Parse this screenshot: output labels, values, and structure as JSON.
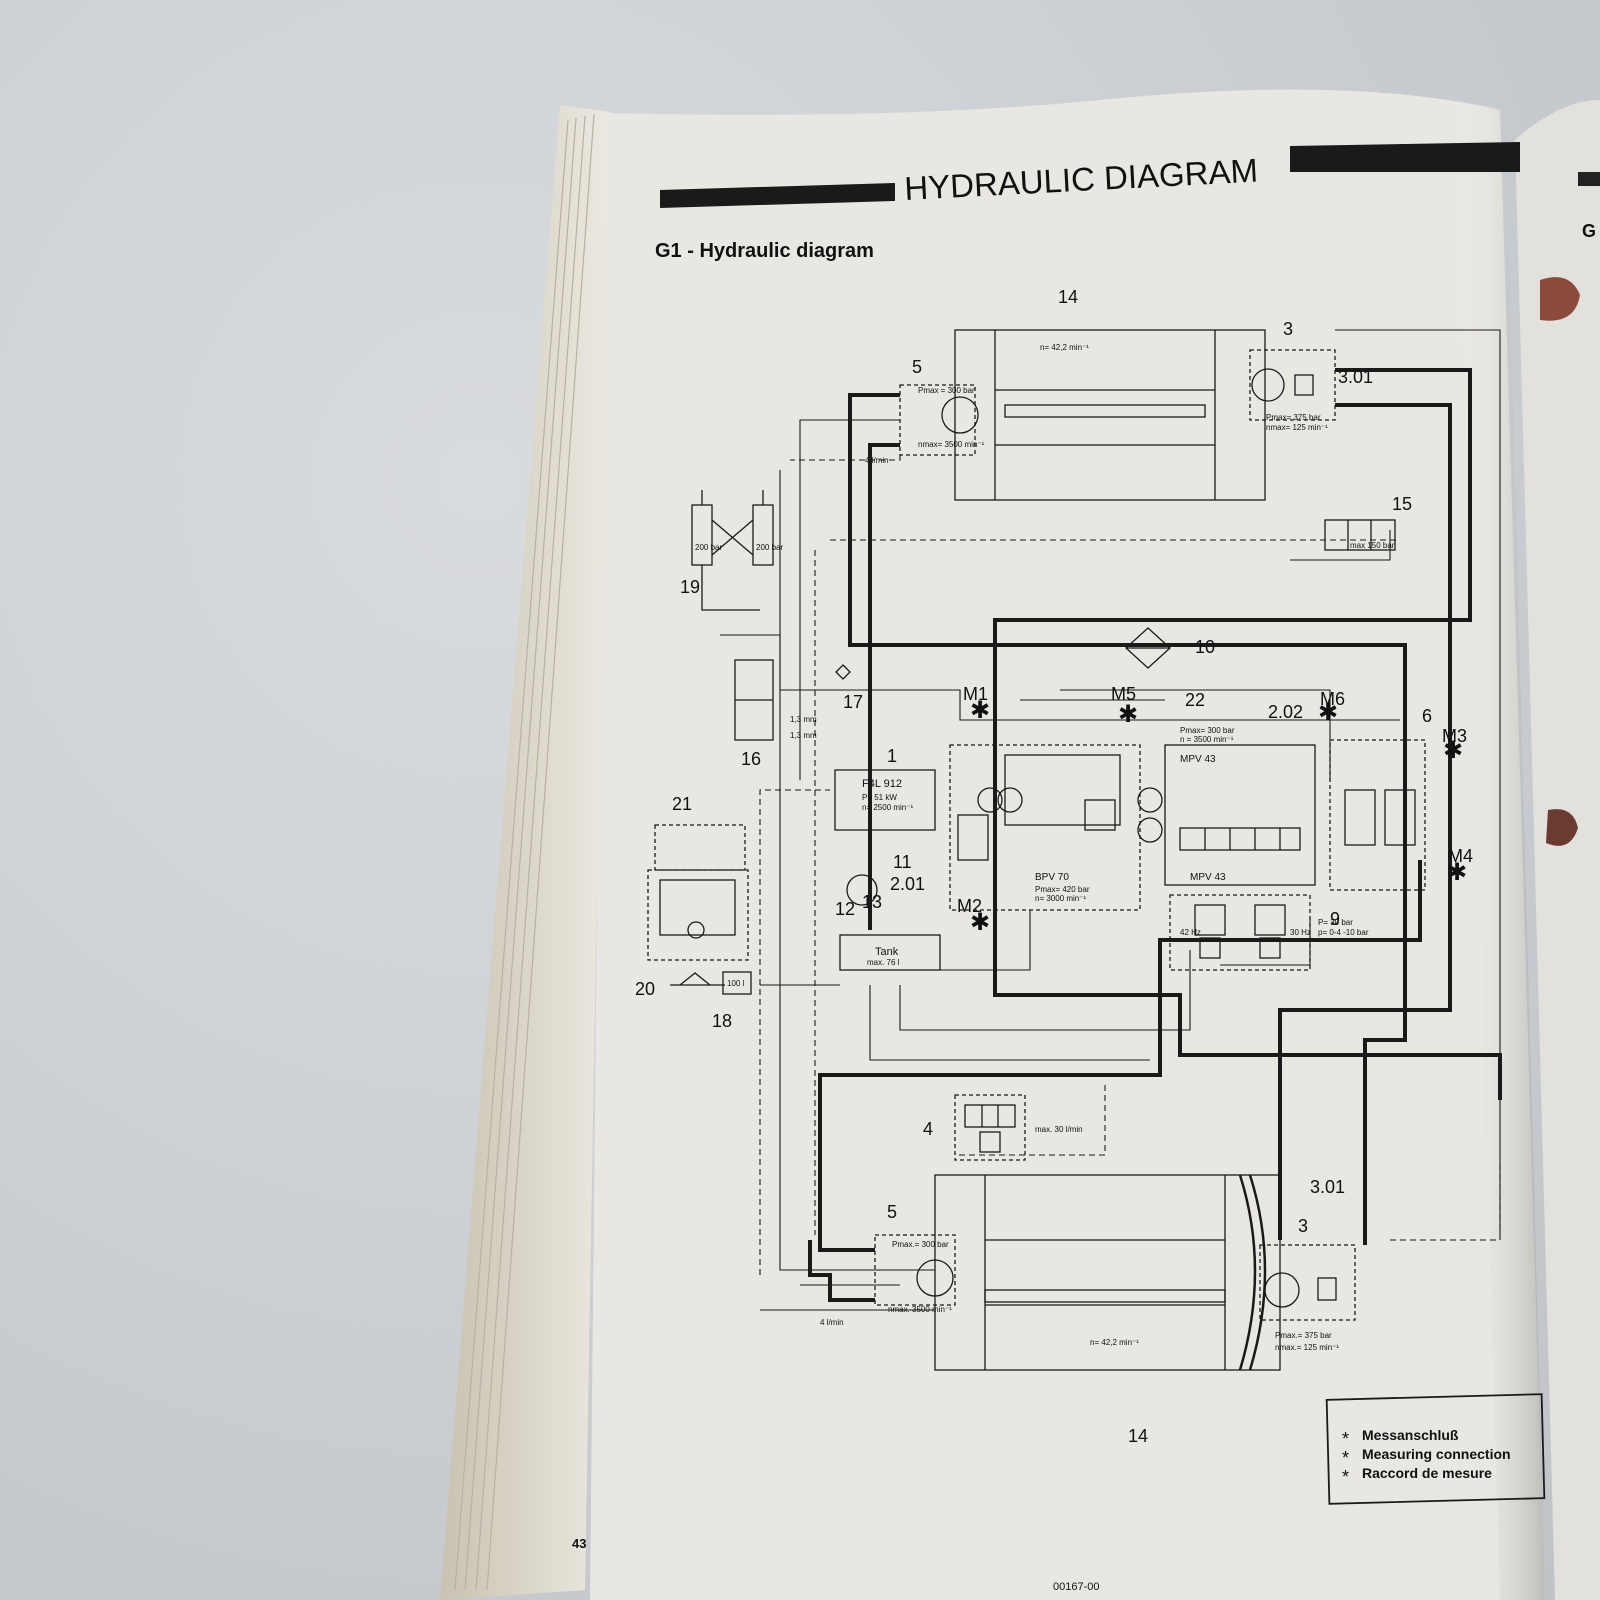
{
  "header": {
    "banner": "HYDRAULIC DIAGRAM",
    "section_title": "G1 - Hydraulic diagram"
  },
  "callouts": {
    "c1": "1",
    "c2_01": "2.01",
    "c2_02": "2.02",
    "c3_top": "3",
    "c3_bottom": "3",
    "c3_01_top": "3.01",
    "c3_01_bottom": "3.01",
    "c4": "4",
    "c5_top": "5",
    "c5_bottom": "5",
    "c6": "6",
    "c9": "9",
    "c10": "10",
    "c11": "11",
    "c12": "12",
    "c13": "13",
    "c14_top": "14",
    "c14_bottom": "14",
    "c15": "15",
    "c16": "16",
    "c17": "17",
    "c18": "18",
    "c19": "19",
    "c20": "20",
    "c21": "21",
    "c22": "22",
    "m1": "M1",
    "m2": "M2",
    "m3": "M3",
    "m4": "M4",
    "m5": "M5",
    "m6": "M6"
  },
  "component_labels": {
    "engine_model": "F4L 912",
    "engine_power": "P= 51 kW",
    "engine_speed": "n= 2500 min⁻¹",
    "tank_label": "Tank",
    "tank_capacity": "max. 76 l",
    "bpv_label": "BPV 70",
    "bpv_pressure": "Pmax= 420 bar",
    "bpv_speed": "n= 3000 min⁻¹",
    "mpv_upper": "MPV 43",
    "mpv_lower": "MPV 43",
    "drum_speed_top": "n= 42,2 min⁻¹",
    "drum_speed_bottom": "n= 42,2 min⁻¹",
    "pump_top_pmax": "Pmax = 300 bar",
    "pump_top_nmax": "nmax= 3500 min⁻¹",
    "pump_bottom_pmax": "Pmax.= 300 bar",
    "pump_bottom_nmax": "nmax. 3500 min⁻¹",
    "motor_top_pmax": "Pmax= 375 bar",
    "motor_top_nmax": "nmax= 125 min⁻¹",
    "motor_bottom_pmax": "Pmax.= 375 bar",
    "motor_bottom_nmax": "nmax.= 125 min⁻¹",
    "flow_top": "4 l/min",
    "flow_bottom": "4 l/min",
    "valve4_flow": "max. 30 l/min",
    "valve15_pressure": "max 150 bar",
    "cyl_left": "200 bar",
    "cyl_right": "200 bar",
    "orifice_1": "1,3 mm",
    "orifice_2": "1,3 mm",
    "mpv_p1": "Pmax= 300 bar",
    "mpv_p2": "n = 3500 min⁻¹",
    "charge_p": "P= 30 bar",
    "charge_range": "p= 0-4 -10 bar",
    "freq_42": "42 Hz",
    "freq_30": "30 Hz",
    "filter_18": "100 l"
  },
  "legend": {
    "symbol": "*",
    "lines": [
      "Messanschluß",
      "Measuring connection",
      "Raccord de mesure"
    ]
  },
  "footer": {
    "page_number": "43",
    "doc_code": "00167-00"
  },
  "colors": {
    "paper": "#e7e6e0",
    "ink": "#1a1a1a",
    "background": "#cfd3d6"
  }
}
